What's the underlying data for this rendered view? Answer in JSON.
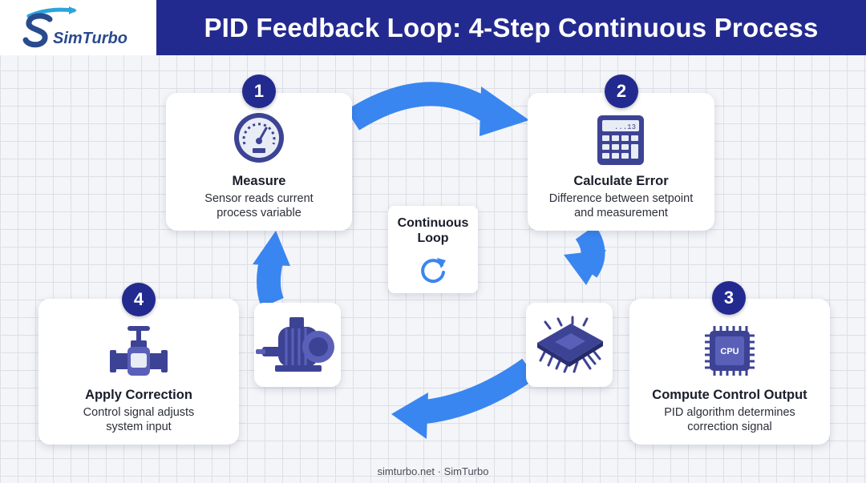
{
  "header": {
    "logo_text": "SimTurbo",
    "title": "PID Feedback Loop: 4-Step Continuous Process"
  },
  "colors": {
    "navy": "#232a8f",
    "arrow_blue": "#3a86f0",
    "icon_purple": "#4a4fa8"
  },
  "steps": [
    {
      "number": "1",
      "title": "Measure",
      "desc_line1": "Sensor reads current",
      "desc_line2": "process variable",
      "icon": "gauge-icon"
    },
    {
      "number": "2",
      "title": "Calculate Error",
      "desc_line1": "Difference between setpoint",
      "desc_line2": "and measurement",
      "icon": "calculator-icon"
    },
    {
      "number": "3",
      "title": "Compute Control Output",
      "desc_line1": "PID algorithm determines",
      "desc_line2": "correction signal",
      "icon": "cpu-icon",
      "icon_label": "CPU"
    },
    {
      "number": "4",
      "title": "Apply Correction",
      "desc_line1": "Control signal adjusts",
      "desc_line2": "system input",
      "icon": "valve-icon"
    }
  ],
  "center": {
    "line1": "Continuous",
    "line2": "Loop",
    "icon": "refresh-icon"
  },
  "calculator_display": "...13",
  "footer": "simturbo.net · SimTurbo"
}
